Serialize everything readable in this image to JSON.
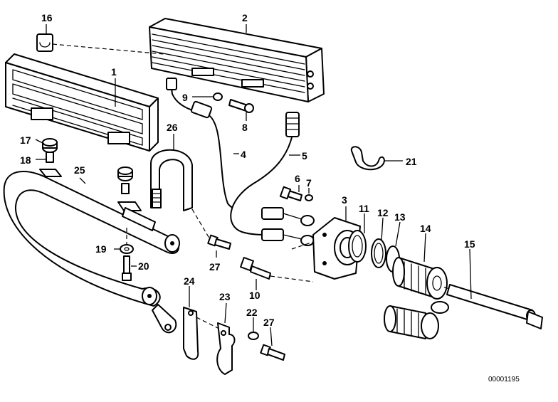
{
  "diagram": {
    "reference_number": "00001195",
    "parts": [
      {
        "id": "p1",
        "label": "1"
      },
      {
        "id": "p2",
        "label": "2"
      },
      {
        "id": "p3",
        "label": "3"
      },
      {
        "id": "p4",
        "label": "4"
      },
      {
        "id": "p5",
        "label": "5"
      },
      {
        "id": "p6",
        "label": "6"
      },
      {
        "id": "p7",
        "label": "7"
      },
      {
        "id": "p8",
        "label": "8"
      },
      {
        "id": "p9",
        "label": "9"
      },
      {
        "id": "p10",
        "label": "10"
      },
      {
        "id": "p11",
        "label": "11"
      },
      {
        "id": "p12",
        "label": "12"
      },
      {
        "id": "p13",
        "label": "13"
      },
      {
        "id": "p14",
        "label": "14"
      },
      {
        "id": "p15",
        "label": "15"
      },
      {
        "id": "p16",
        "label": "16"
      },
      {
        "id": "p17",
        "label": "17"
      },
      {
        "id": "p18",
        "label": "18"
      },
      {
        "id": "p19",
        "label": "19"
      },
      {
        "id": "p20",
        "label": "20"
      },
      {
        "id": "p21",
        "label": "21"
      },
      {
        "id": "p22",
        "label": "22"
      },
      {
        "id": "p23",
        "label": "23"
      },
      {
        "id": "p24",
        "label": "24"
      },
      {
        "id": "p25",
        "label": "25"
      },
      {
        "id": "p26",
        "label": "26"
      },
      {
        "id": "p27a",
        "label": "27"
      },
      {
        "id": "p27b",
        "label": "27"
      }
    ]
  }
}
